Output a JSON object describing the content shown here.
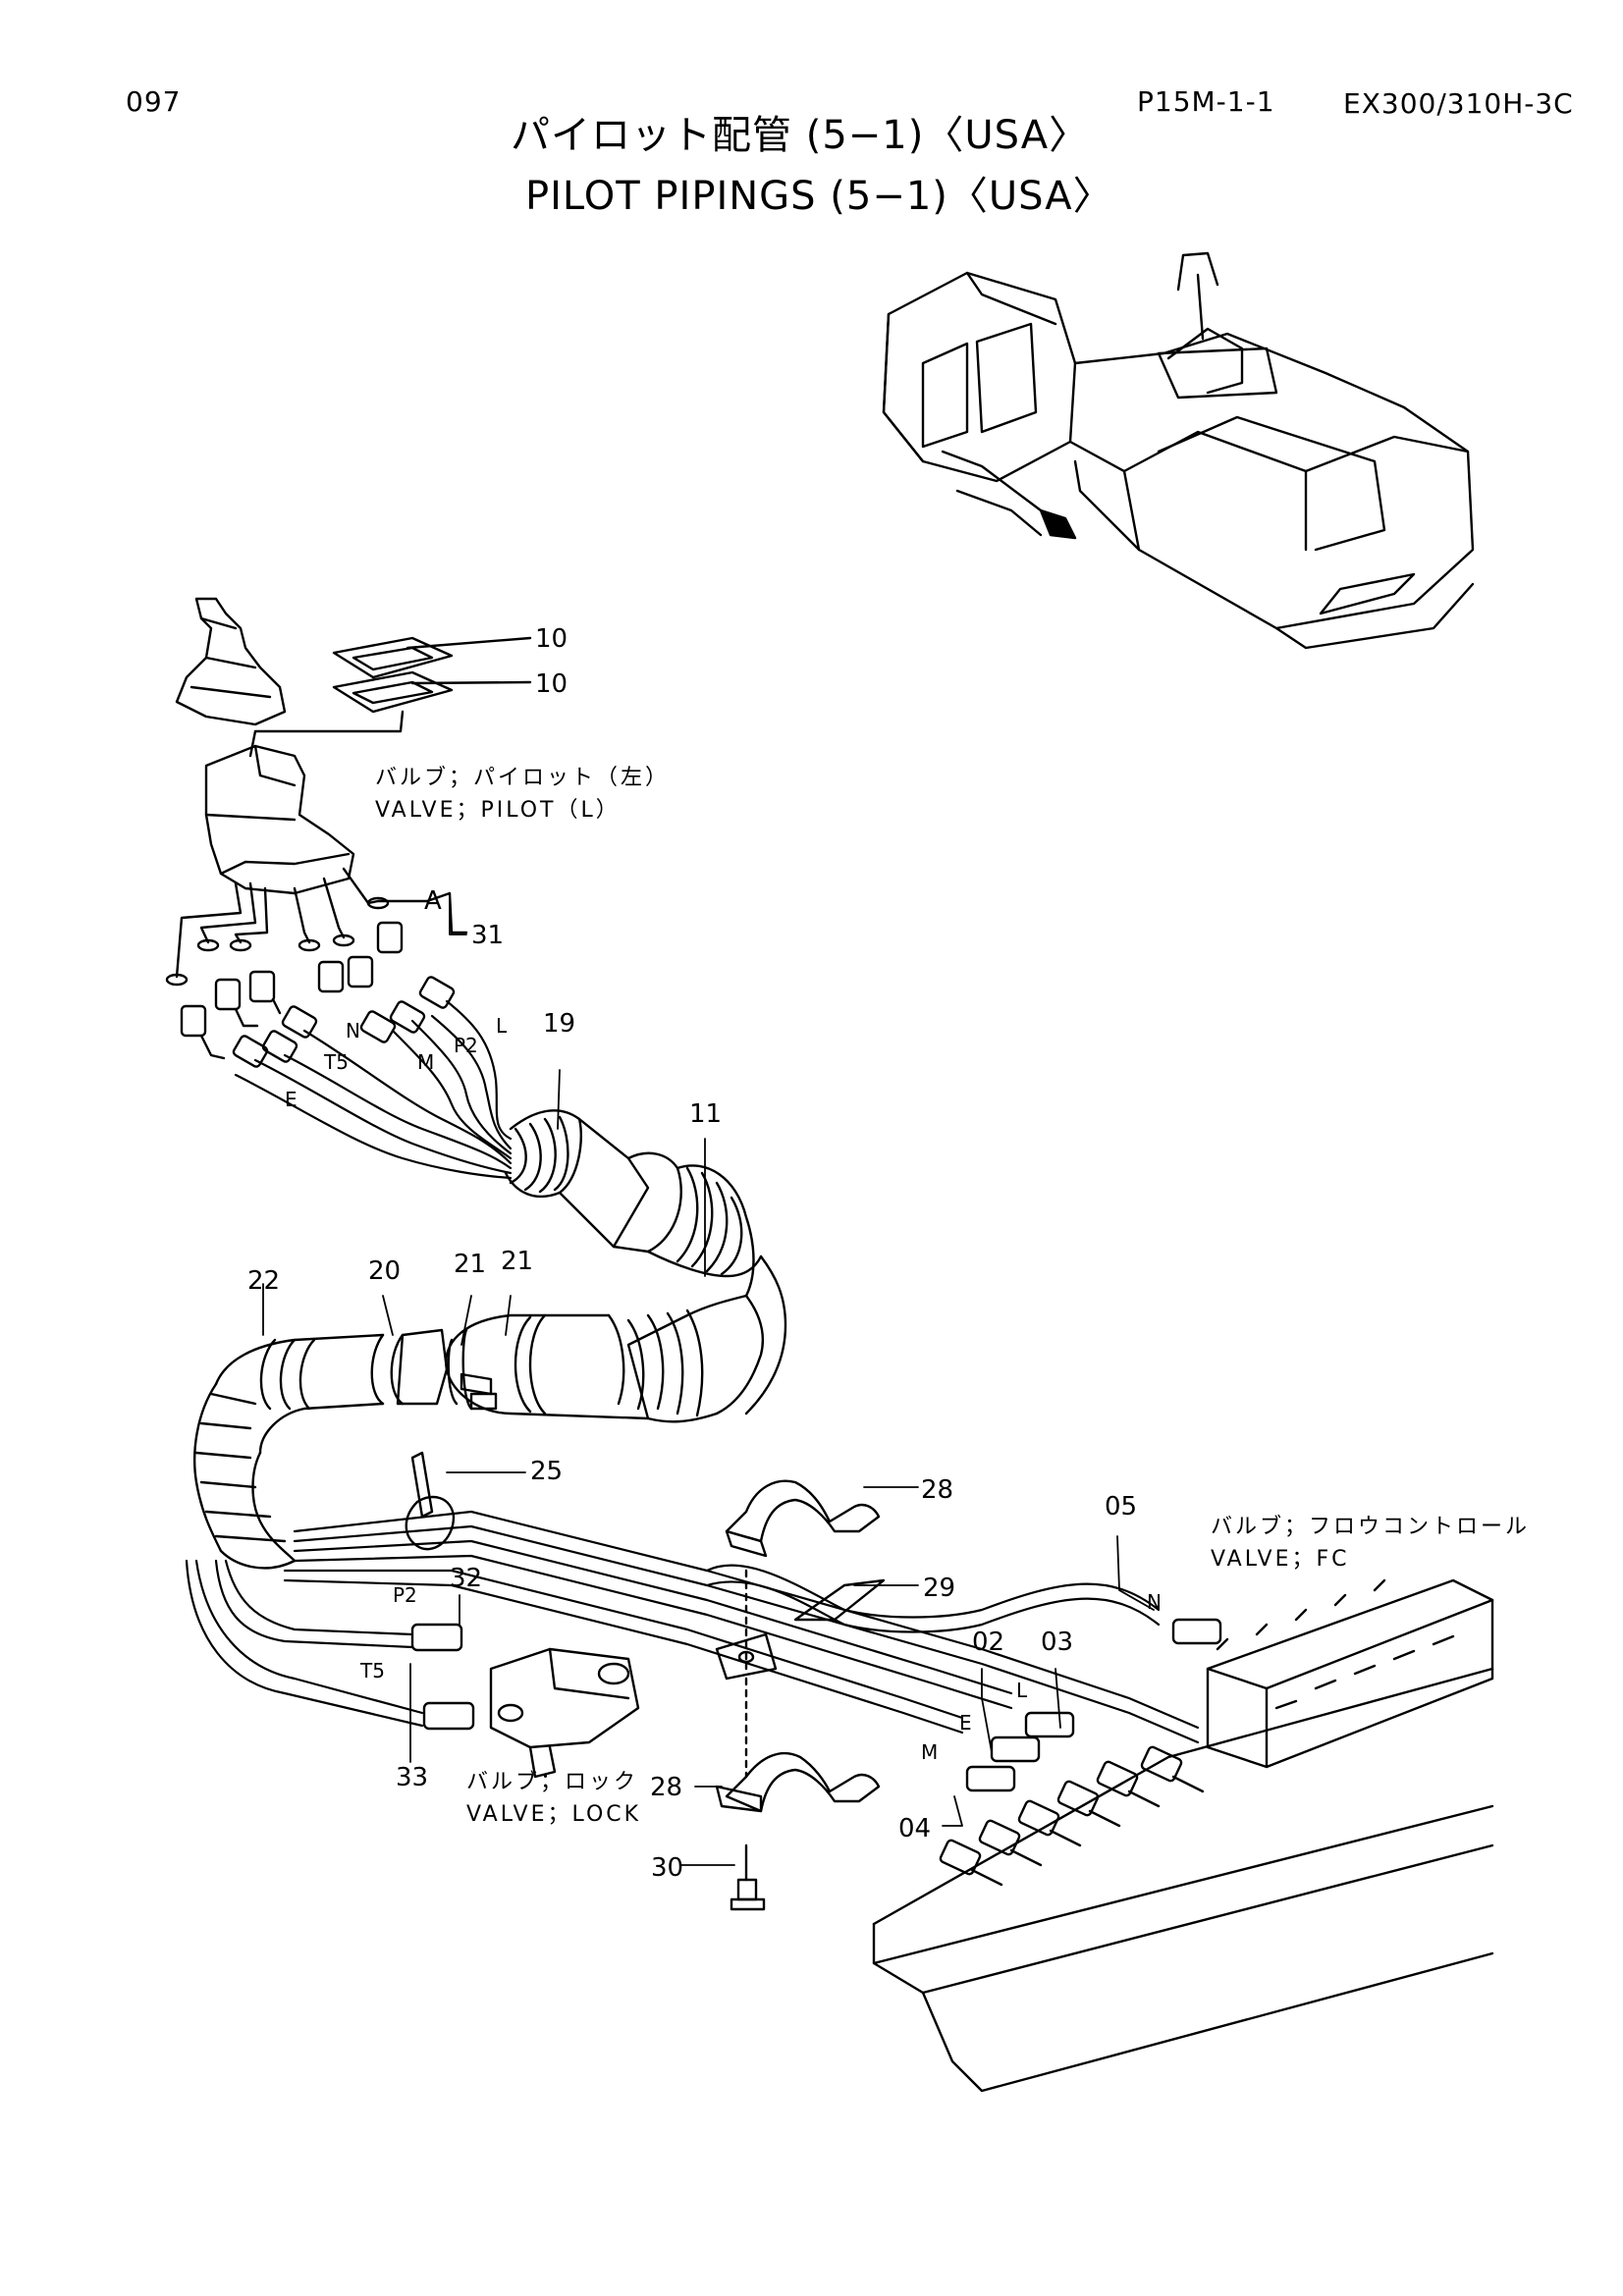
{
  "header": {
    "page_number": "097",
    "ref_code": "P15M-1-1",
    "model": "EX300/310H-3C"
  },
  "title": {
    "jp": "パイロット配管 (5−1)〈USA〉",
    "en": "PILOT PIPINGS (5−1)〈USA〉"
  },
  "labels": {
    "valve_pilot_jp": "バルブ；パイロット（左）",
    "valve_pilot_en": "VALVE；PILOT（L）",
    "valve_fc_jp": "バルブ；フロウコントロール",
    "valve_fc_en": "VALVE；FC",
    "valve_lock_jp": "バルブ；ロック",
    "valve_lock_en": "VALVE；LOCK"
  },
  "callouts": {
    "c10a": "10",
    "c10b": "10",
    "cA": "A",
    "c31": "31",
    "c19": "19",
    "c11": "11",
    "c22": "22",
    "c20": "20",
    "c21a": "21",
    "c21b": "21",
    "c25": "25",
    "c28a": "28",
    "c29": "29",
    "c05": "05",
    "c02": "02",
    "c03": "03",
    "c32": "32",
    "c33": "33",
    "c28b": "28",
    "c04": "04",
    "c30": "30"
  },
  "hose_letters": {
    "N1": "N",
    "L1": "L",
    "P2a": "P2",
    "M1": "M",
    "T5a": "T5",
    "E1": "E",
    "P2b": "P2",
    "T5b": "T5",
    "N2": "N",
    "L2": "L",
    "E2": "E",
    "M2": "M"
  }
}
